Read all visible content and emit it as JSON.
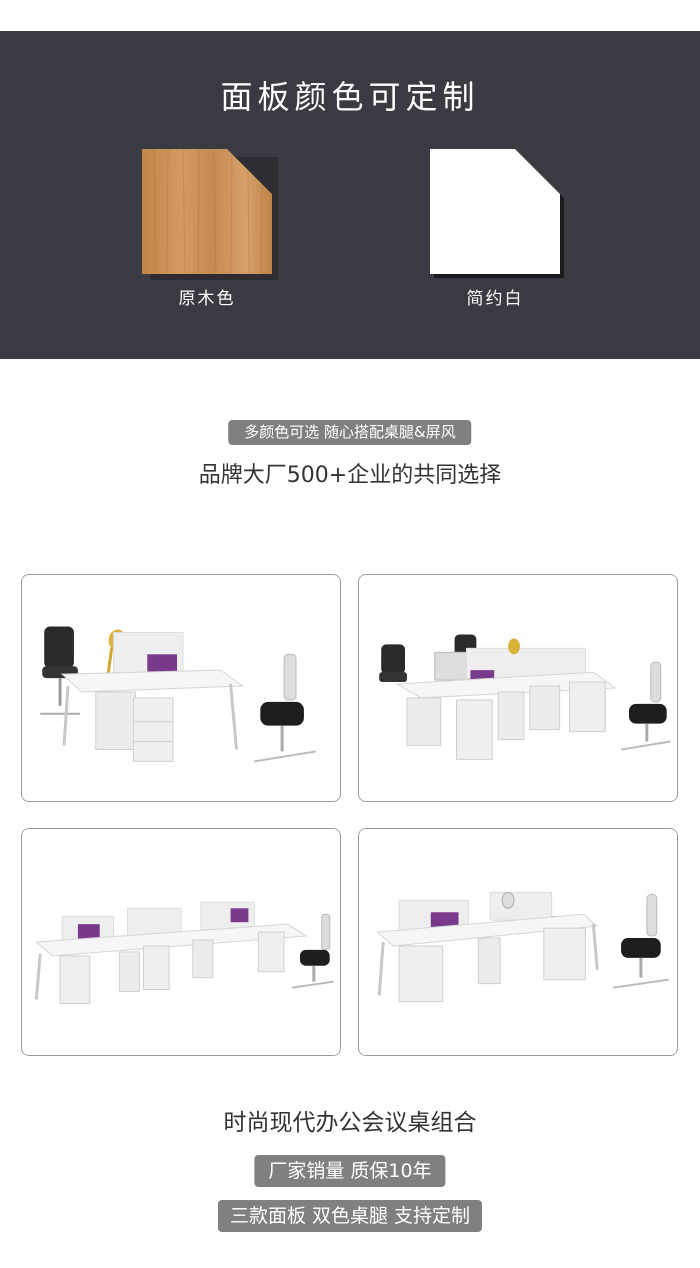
{
  "colors": {
    "band_background": "#3a3a42",
    "pill_background": "#808080",
    "wood_swatch": "#c98e55",
    "white_swatch": "#ffffff"
  },
  "panel_section": {
    "title": "面板颜色可定制",
    "swatches": [
      {
        "label": "原木色"
      },
      {
        "label": "简约白"
      }
    ]
  },
  "intro": {
    "tag": "多颜色可选 随心搭配桌腿&屏风",
    "headline": "品牌大厂500+企业的共同选择"
  },
  "gallery": {
    "cards": [
      {
        "product": "two-person-desk"
      },
      {
        "product": "four-person-desk"
      },
      {
        "product": "six-person-desk"
      },
      {
        "product": "four-person-desk-side"
      }
    ]
  },
  "footer": {
    "headline": "时尚现代办公会议桌组合",
    "tag_1": "厂家销量 质保10年",
    "tag_2": "三款面板 双色桌腿 支持定制"
  }
}
